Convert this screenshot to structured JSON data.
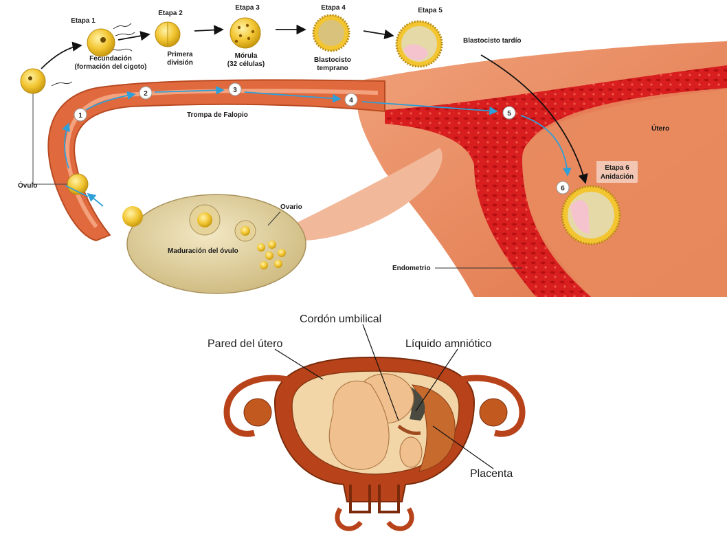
{
  "top": {
    "stages": [
      {
        "title": "Etapa 1",
        "caption": [
          "Fecundación",
          "(formación del cigoto)"
        ]
      },
      {
        "title": "Etapa 2",
        "caption": [
          "Primera",
          "división"
        ]
      },
      {
        "title": "Etapa 3",
        "caption": [
          "Mórula",
          "(32 células)"
        ]
      },
      {
        "title": "Etapa 4",
        "caption": [
          "Blastocisto",
          "temprano"
        ]
      },
      {
        "title": "Etapa 5",
        "caption": [
          "Blastocisto tardío"
        ]
      },
      {
        "title": "Etapa 6",
        "caption": [
          "Anidación"
        ]
      }
    ],
    "labels": {
      "tube": "Trompa de Falopio",
      "uterus": "Útero",
      "ovule": "Óvulo",
      "ovary": "Ovario",
      "maturation": "Maduración del óvulo",
      "endometrium": "Endometrio"
    },
    "path_numbers": [
      "1",
      "2",
      "3",
      "4",
      "5",
      "6"
    ]
  },
  "bottom": {
    "labels": {
      "cord": "Cordón umbilical",
      "wall": "Pared del útero",
      "fluid": "Líquido amniótico",
      "placenta": "Placenta"
    }
  },
  "colors": {
    "tissue": "#e06a3e",
    "tissue_dark": "#c0392b",
    "endometrium": "#d81e1e",
    "cell": "#f2c531",
    "ovary": "#e8d9a8",
    "uterus_bottom": "#b8431a",
    "path_arrow": "#2e9fd8"
  }
}
